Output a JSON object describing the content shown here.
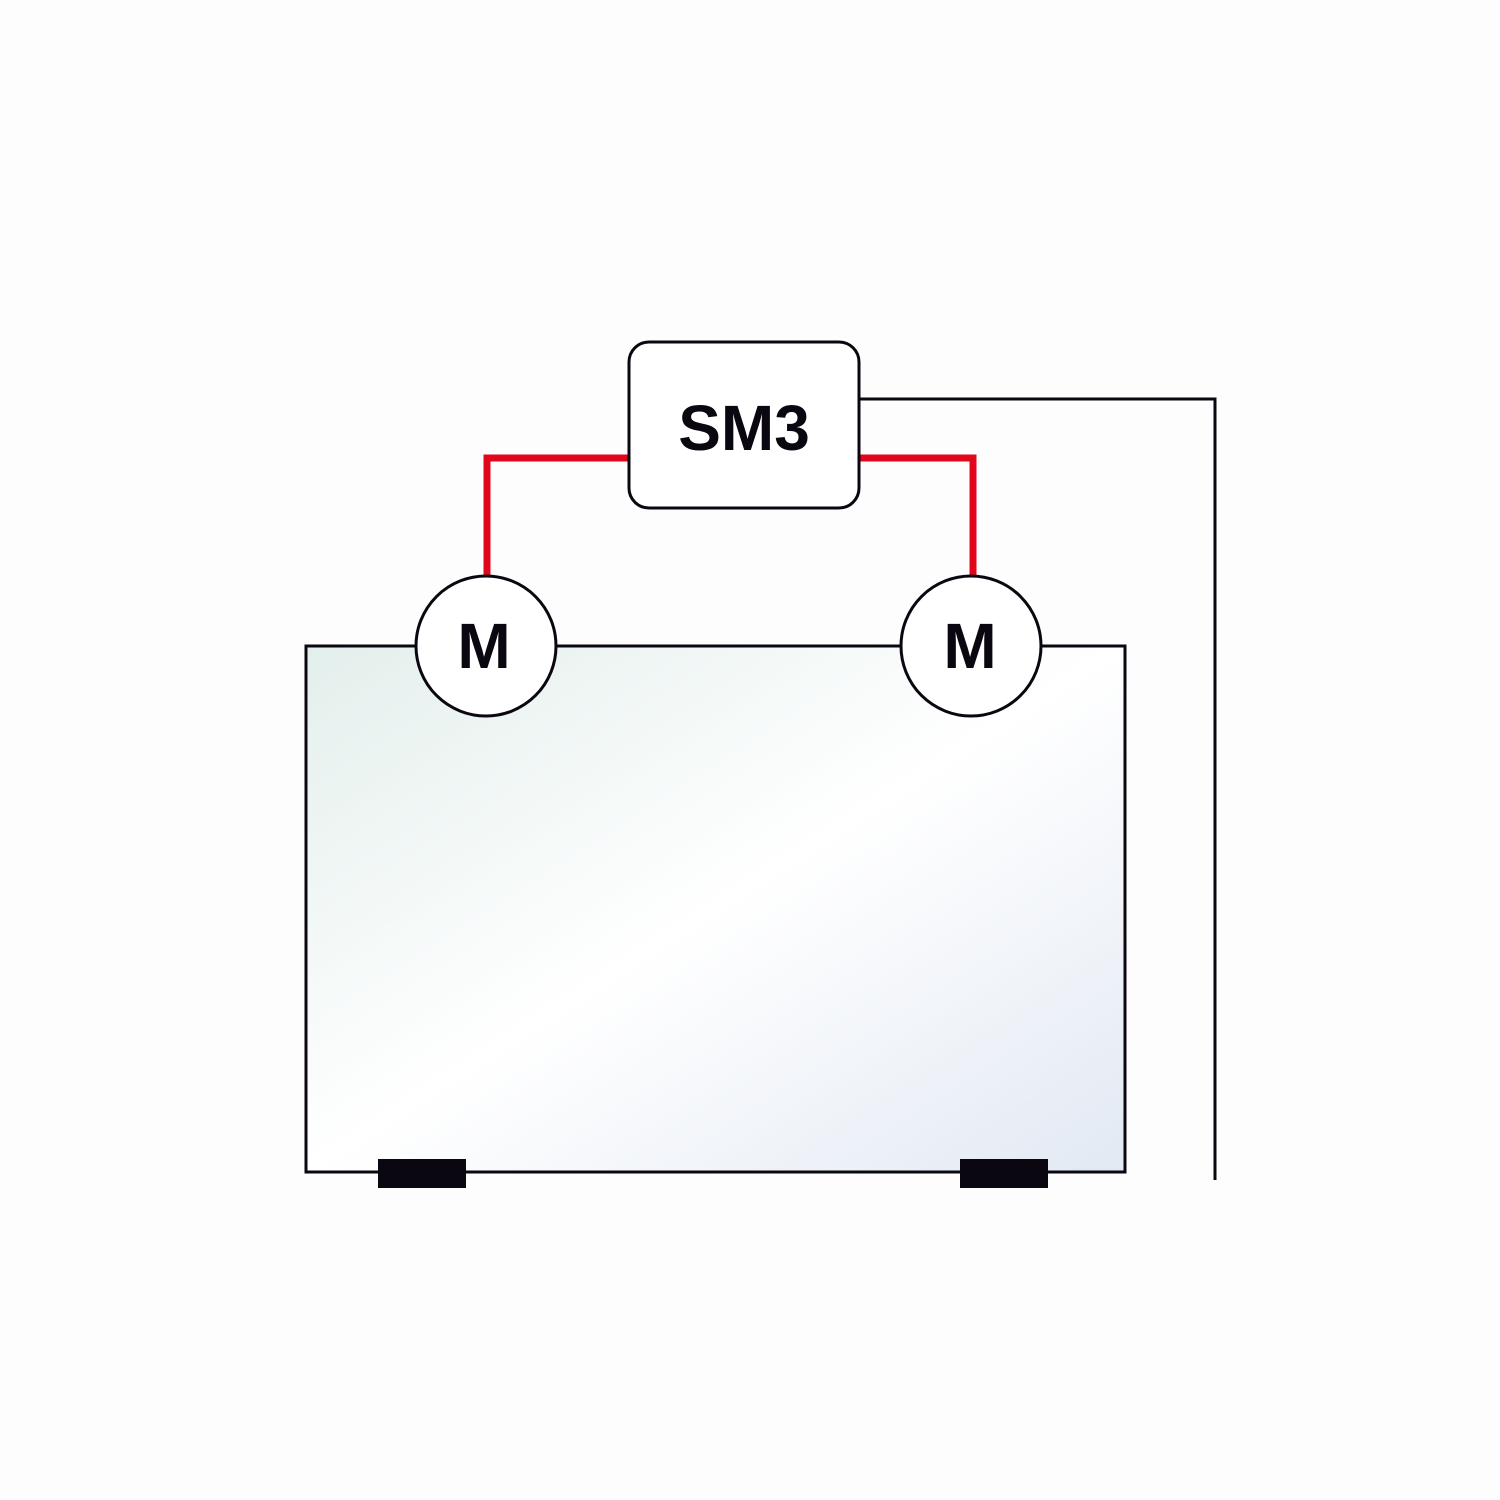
{
  "controller": {
    "label": "SM3"
  },
  "motors": [
    {
      "label": "M"
    },
    {
      "label": "M"
    }
  ],
  "colors": {
    "background": "#fdfdfd",
    "line": "#0b0710",
    "control_wire": "#e1061a",
    "glass_tint_left": "#e3efec",
    "glass_tint_right": "#e2e9f3",
    "glass_center": "#ffffff"
  }
}
